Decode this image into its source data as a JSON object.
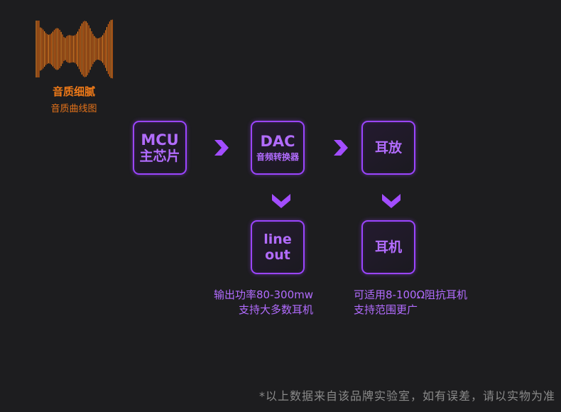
{
  "colors": {
    "background": "#1d1d1f",
    "accent_purple": "#9b45ff",
    "text_purple": "#b26cff",
    "accent_orange": "#f07a18",
    "footer_gray": "#8a8a8a"
  },
  "sound_quality": {
    "title": "音质细腻",
    "subtitle": "音质曲线图"
  },
  "nodes": {
    "mcu": {
      "line1": "MCU",
      "line2": "主芯片"
    },
    "dac": {
      "line1": "DAC",
      "line2": "音频转换器"
    },
    "amp": {
      "line1": "耳放"
    },
    "lineout": {
      "line1": "line",
      "line2": "out"
    },
    "headphone": {
      "line1": "耳机"
    }
  },
  "notes": {
    "lineout": {
      "line1": "输出功率80-300mw",
      "line2": "支持大多数耳机"
    },
    "headphone": {
      "line1": "可适用8-100Ω阻抗耳机",
      "line2": "支持范围更广"
    }
  },
  "footer": "*以上数据来自该品牌实验室，如有误差，请以实物为准"
}
